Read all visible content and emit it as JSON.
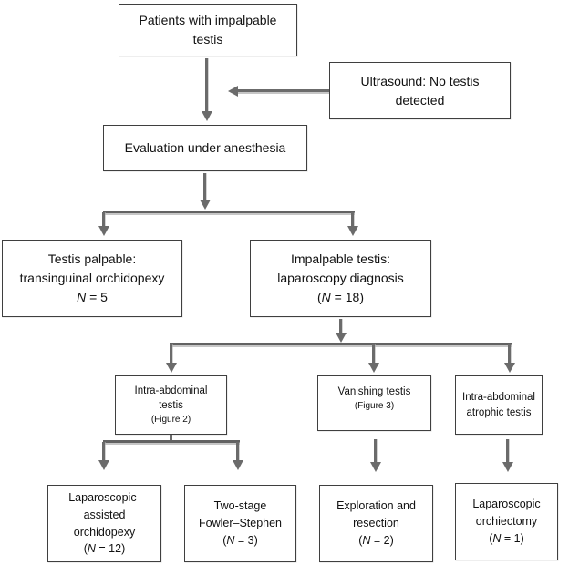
{
  "diagram_type": "flowchart",
  "colors": {
    "background": "#ffffff",
    "box_border": "#3f3f3f",
    "box_fill": "#ffffff",
    "text": "#111111",
    "arrow": "#6b6b6b",
    "arrow_shadow": "#c6c6c6"
  },
  "nodes": {
    "patients": {
      "line1": "Patients with impalpable",
      "line2": "testis"
    },
    "ultrasound": {
      "line1": "Ultrasound: No testis",
      "line2": "detected"
    },
    "evaluation": {
      "line1": "Evaluation under anesthesia"
    },
    "palpable": {
      "line1": "Testis palpable:",
      "line2": "transinguinal orchidopexy",
      "n": "N",
      "rest": " = 5"
    },
    "impalpable": {
      "line1": "Impalpable testis:",
      "line2": "laparoscopy diagnosis",
      "open": "(",
      "n": "N",
      "rest": " = 18)"
    },
    "intra_abdominal": {
      "line1": "Intra-abdominal",
      "line2": "testis",
      "note": "(Figure 2)"
    },
    "vanishing": {
      "line1": "Vanishing testis",
      "note": "(Figure 3)"
    },
    "atrophic": {
      "line1": "Intra-abdominal",
      "line2": "atrophic testis"
    },
    "lap_assisted": {
      "line1": "Laparoscopic-",
      "line2": "assisted",
      "line3": "orchidopexy",
      "open": "(",
      "n": "N",
      "rest": " = 12)"
    },
    "two_stage": {
      "line1": "Two-stage",
      "line2": "Fowler–Stephen",
      "open": "(",
      "n": "N",
      "rest": " = 3)"
    },
    "exploration": {
      "line1": "Exploration and",
      "line2": "resection",
      "open": "(",
      "n": "N",
      "rest": " = 2)"
    },
    "orchiectomy": {
      "line1": "Laparoscopic",
      "line2": "orchiectomy",
      "open": "(",
      "n": "N",
      "rest": " = 1)"
    }
  }
}
